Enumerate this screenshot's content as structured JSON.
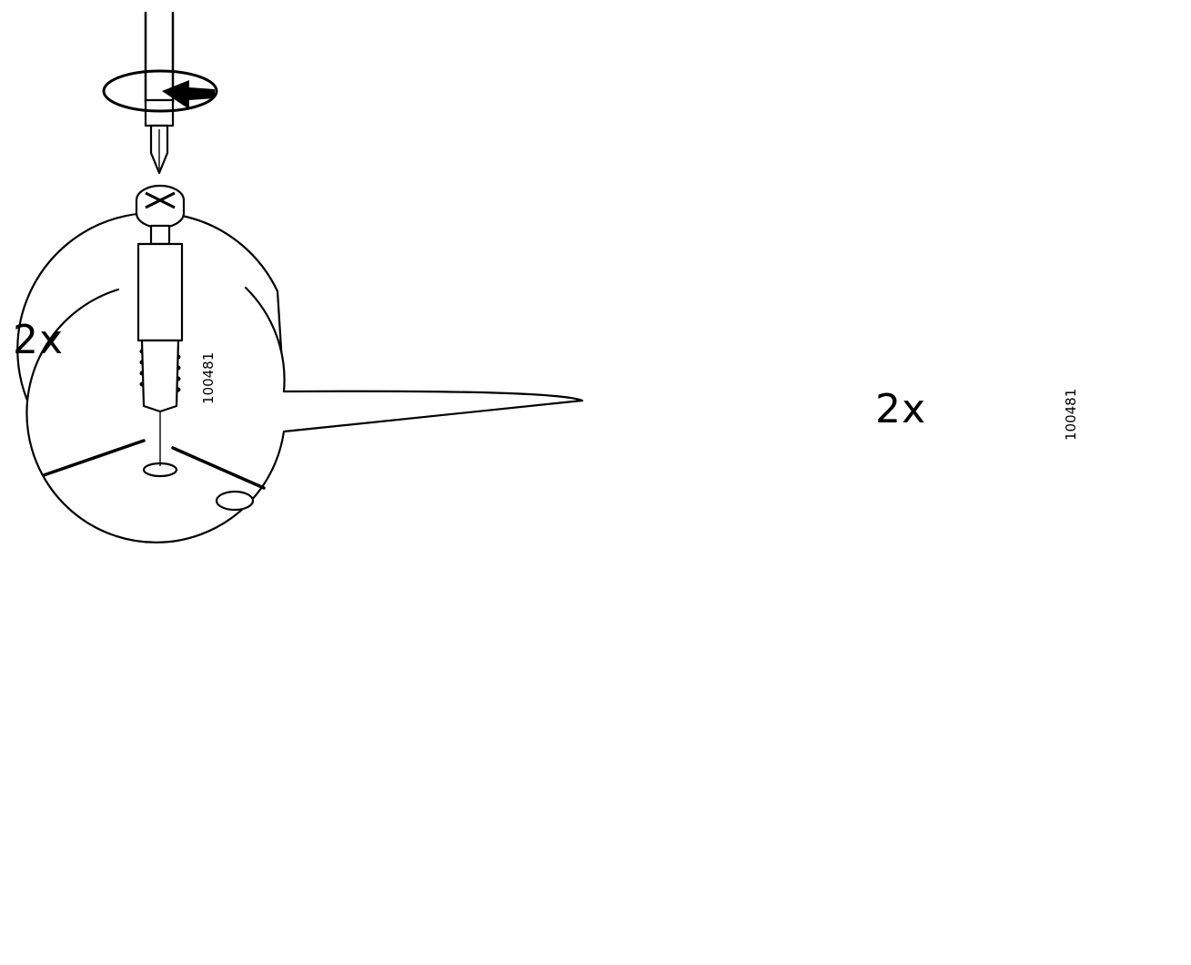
{
  "steps": [
    {
      "quantity_label": "2x",
      "part_number": "100481"
    },
    {
      "quantity_label": "2x",
      "part_number": "100481"
    }
  ],
  "icons": [
    "screwdriver-icon",
    "rotation-arrow-icon",
    "cam-lock-dowel-icon"
  ],
  "colors": {
    "ink": "#000000",
    "paper": "#ffffff"
  }
}
